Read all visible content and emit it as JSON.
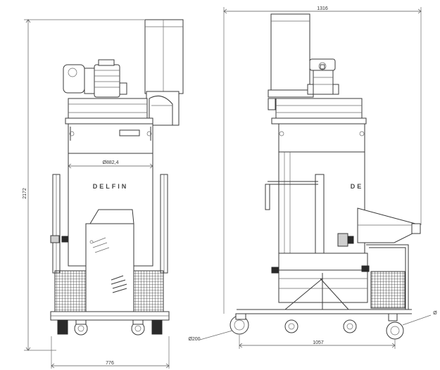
{
  "dimensions": {
    "total_height": "2172",
    "front_width": "776",
    "tank_diameter": "Ø882,4",
    "side_width": "1316",
    "wheelbase": "1057",
    "wheel_diameter": "Ø200",
    "wheel_diameter_right": "Ø"
  },
  "labels": {
    "brand_front": "DELFIN",
    "brand_side": "DE"
  }
}
